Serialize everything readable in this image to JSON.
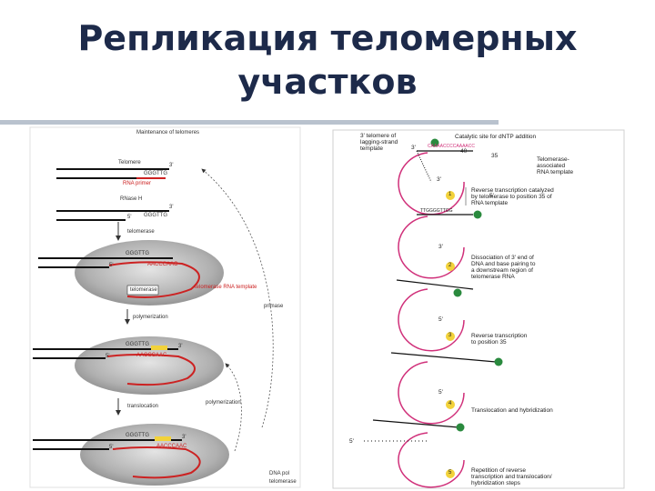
{
  "slide": {
    "title_line1": "Репликация теломерных",
    "title_line2": "участков"
  },
  "left_figure": {
    "header": "Maintenance of telomeres",
    "label_telomere": "Telomere",
    "seq_1": "GGGTTG",
    "label_primer": "RNA primer",
    "label_rnaseh": "RNase H",
    "seq_2": "GGGTTG",
    "step_telomerase": "telomerase",
    "seq_3": "GGGTTG",
    "rna_1": "AACCCAAC",
    "label_telomerase_box": "telomerase",
    "label_rna": "telomerase RNA template",
    "step_polymerization": "polymerization",
    "seq_4": "GGGTTG",
    "rna_2": "AACCCAAC",
    "label_primase": "primase",
    "step_translocation": "translocation",
    "label_polymerization2": "polymerization",
    "seq_5": "GGGTTG",
    "rna_3": "AACCCAAC",
    "footer_1": "DNA pol",
    "footer_2": "telomerase",
    "end_5a": "5'",
    "end_3a": "3'",
    "end_5b": "5'",
    "end_3b": "3'",
    "end_5c": "5'",
    "end_3c": "3'",
    "end_5d": "5'",
    "end_3d": "3'"
  },
  "right_figure": {
    "label_template_l1": "3' telomere of",
    "label_template_l2": "lagging-strand",
    "label_template_l3": "template",
    "label_catalytic": "Catalytic site for dNTP addition",
    "num_40": "40",
    "num_35": "35",
    "label_assoc_l1": "Telomerase-",
    "label_assoc_l2": "associated",
    "label_assoc_l3": "RNA template",
    "step1_l1": "Reverse transcription catalyzed",
    "step1_l2": "by telomerase to position 35 of",
    "step1_l3": "RNA template",
    "step2_l1": "Dissociation of 3' end of",
    "step2_l2": "DNA and base pairing to",
    "step2_l3": "a downstream region of",
    "step2_l4": "telomerase RNA",
    "step3_l1": "Reverse transcription",
    "step3_l2": "to position 35",
    "step4_l1": "Translocation and hybridization",
    "step5_l1": "Repetition of reverse",
    "step5_l2": "transcription and translocation/",
    "step5_l3": "hybridization steps",
    "seq_rna": "CAAAACCCCAAAACC",
    "seq_dna": "TTGGGGTTGG",
    "step_nums": [
      "1",
      "2",
      "3",
      "4",
      "5"
    ],
    "prime_3": "3'",
    "prime_5": "5'"
  }
}
